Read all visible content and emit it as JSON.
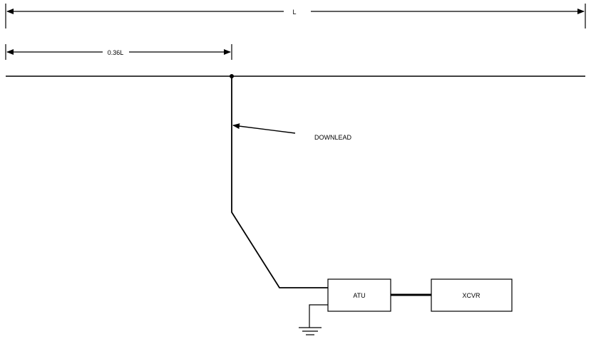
{
  "dimensions": {
    "total_length_label": "L",
    "feed_point_label": "0.36L"
  },
  "labels": {
    "downlead": "DOWNLEAD",
    "atu": "ATU",
    "xcvr": "XCVR"
  }
}
